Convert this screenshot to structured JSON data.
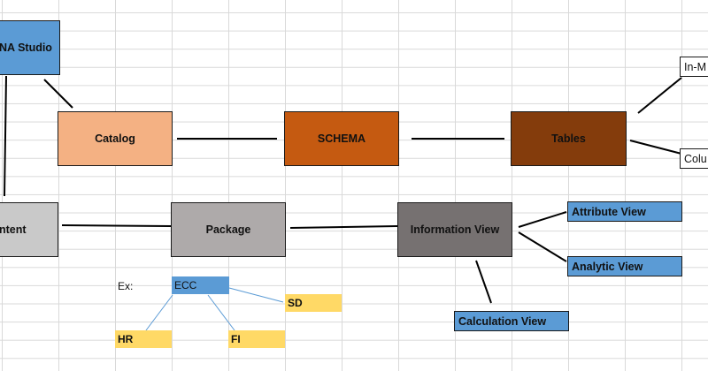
{
  "diagram": {
    "nodes": {
      "studio": {
        "label": "NA Studio",
        "color": "#5b9bd5"
      },
      "catalog": {
        "label": "Catalog",
        "color": "#f4b183"
      },
      "schema": {
        "label": "SCHEMA",
        "color": "#c55a11"
      },
      "tables": {
        "label": "Tables",
        "color": "#843c0c"
      },
      "content": {
        "label": "ntent",
        "color": "#c9c9c9"
      },
      "package": {
        "label": "Package",
        "color": "#aeaaaa"
      },
      "information_view": {
        "label": "Information View",
        "color": "#767171"
      }
    },
    "table_children": [
      {
        "label": "In-M"
      },
      {
        "label": "Colu"
      }
    ],
    "view_types": [
      {
        "label": "Attribute View",
        "color": "#5b9bd5"
      },
      {
        "label": "Analytic View",
        "color": "#5b9bd5"
      },
      {
        "label": "Calculation View",
        "color": "#5b9bd5"
      }
    ],
    "example": {
      "prefix": "Ex:",
      "package_name": "ECC",
      "package_color": "#5b9bd5",
      "sub_packages": [
        {
          "label": "SD",
          "color": "#ffd966"
        },
        {
          "label": "HR",
          "color": "#ffd966"
        },
        {
          "label": "FI",
          "color": "#ffd966"
        }
      ],
      "connector_color": "#5b9bd5"
    },
    "line_color": "#000000"
  }
}
